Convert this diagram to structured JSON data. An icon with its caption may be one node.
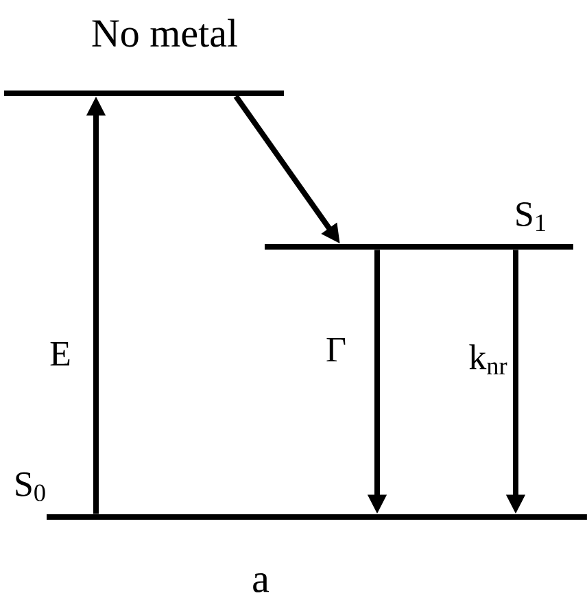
{
  "diagram": {
    "caption": "a",
    "nodes": [
      {
        "text": [
          "No metal"
        ]
      },
      {
        "text": [
          "S$_{1}$"
        ]
      },
      {
        "text": [
          "S$_{0}$"
        ]
      }
    ],
    "edges": [
      {
        "from": 2,
        "to": 0,
        "arrow": "to",
        "label": "E"
      },
      {
        "from": 0,
        "to": 1,
        "arrow": "to"
      },
      {
        "from": 1,
        "to": 2,
        "arrow": "to",
        "label": "Γ"
      },
      {
        "from": 1,
        "to": 2,
        "arrow": "to",
        "label": "k$_{nr}$"
      }
    ]
  }
}
